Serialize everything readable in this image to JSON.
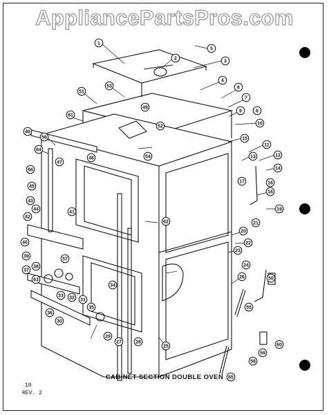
{
  "watermark": "AppliancePartsPros.com",
  "caption": "CABINET SECTION DOUBLE OVEN",
  "page_number": "10",
  "revision": "REV. 2",
  "callouts": [
    "1",
    "2",
    "3",
    "4",
    "5",
    "6",
    "7",
    "8",
    "9",
    "10",
    "11",
    "12",
    "13",
    "14",
    "15",
    "16",
    "17",
    "18",
    "19",
    "20",
    "21",
    "22",
    "23",
    "24",
    "25",
    "26",
    "27",
    "28",
    "29",
    "30",
    "31",
    "32",
    "33",
    "34",
    "35",
    "36",
    "37",
    "38",
    "39",
    "40",
    "41",
    "42",
    "43",
    "44",
    "45",
    "46",
    "47",
    "48",
    "49",
    "50",
    "51",
    "52",
    "53",
    "54",
    "55",
    "56",
    "57",
    "58",
    "59",
    "60",
    "61",
    "62",
    "63",
    "64",
    "65",
    "66"
  ]
}
